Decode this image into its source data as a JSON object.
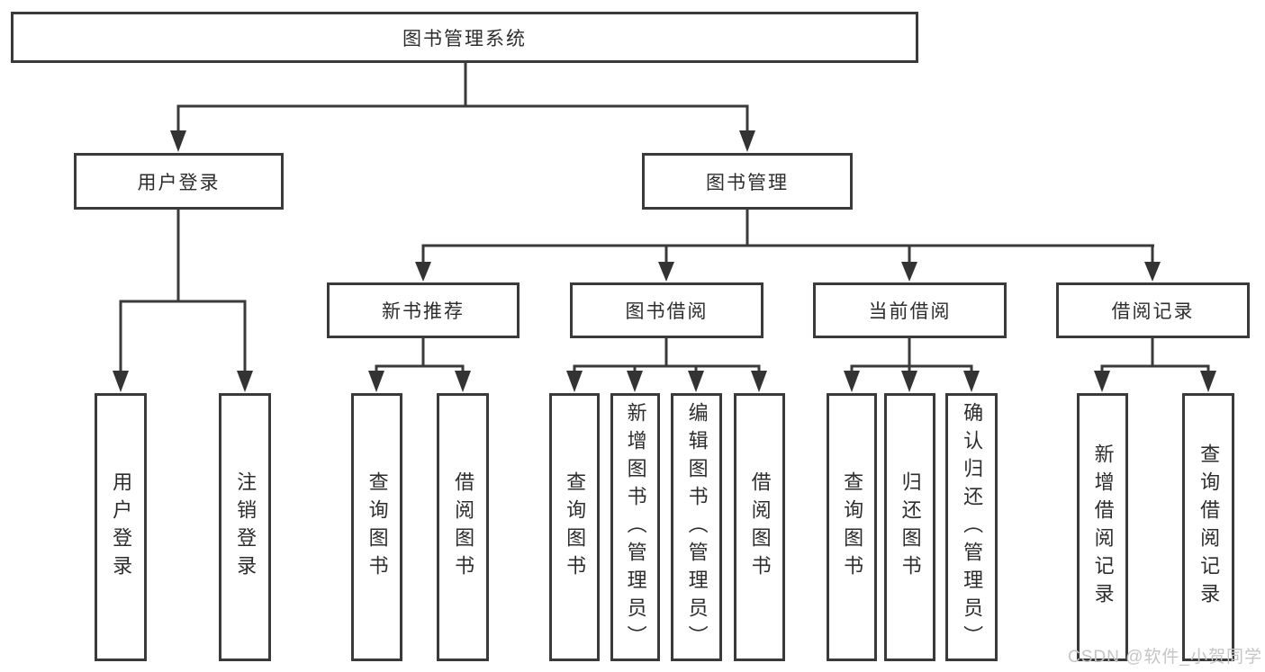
{
  "watermark": "CSDN @软件_小贺同学",
  "colors": {
    "line": "#3a3a3a",
    "text": "#2d2d2d",
    "watermark": "#c6c4c4",
    "background": "#ffffff"
  },
  "root": {
    "label": "图书管理系统"
  },
  "branches": {
    "login": {
      "label": "用户登录",
      "children": {
        "user_login": {
          "label": "用户登录"
        },
        "logout": {
          "label": "注销登录"
        }
      }
    },
    "book_mgmt": {
      "label": "图书管理",
      "children": {
        "new_book": {
          "label": "新书推荐",
          "children": {
            "query_book": {
              "label": "查询图书"
            },
            "borrow_book": {
              "label": "借阅图书"
            }
          }
        },
        "book_borrow": {
          "label": "图书借阅",
          "children": {
            "query_book": {
              "label": "查询图书"
            },
            "add_book": {
              "label": "新增图书（管理员）"
            },
            "edit_book": {
              "label": "编辑图书（管理员）"
            },
            "borrow_book": {
              "label": "借阅图书"
            }
          }
        },
        "current_borrow": {
          "label": "当前借阅",
          "children": {
            "query_book": {
              "label": "查询图书"
            },
            "return_book": {
              "label": "归还图书"
            },
            "confirm_return": {
              "label": "确认归还（管理员）"
            }
          }
        },
        "borrow_records": {
          "label": "借阅记录",
          "children": {
            "add_record": {
              "label": "新增借阅记录"
            },
            "query_record": {
              "label": "查询借阅记录"
            }
          }
        }
      }
    }
  }
}
